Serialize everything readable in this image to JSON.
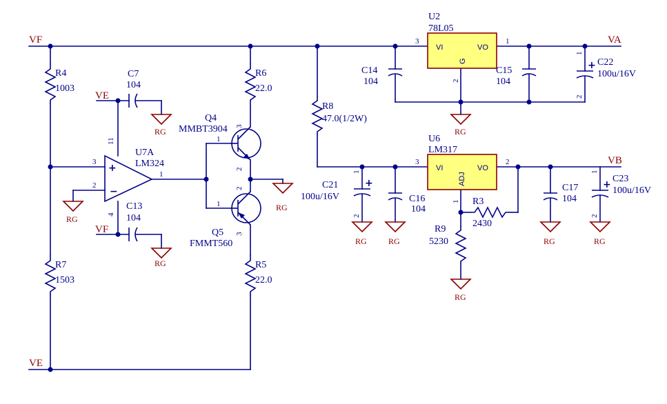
{
  "nets": {
    "vf": "VF",
    "ve": "VE",
    "va": "VA",
    "vb": "VB",
    "rg": "RG"
  },
  "parts": {
    "r4": {
      "ref": "R4",
      "value": "1003"
    },
    "r7": {
      "ref": "R7",
      "value": "1503"
    },
    "r6": {
      "ref": "R6",
      "value": "22.0"
    },
    "r5": {
      "ref": "R5",
      "value": "22.0"
    },
    "r8": {
      "ref": "R8",
      "value": "47.0(1/2W)"
    },
    "r3": {
      "ref": "R3",
      "value": "2430"
    },
    "r9": {
      "ref": "R9",
      "value": "5230"
    },
    "c7": {
      "ref": "C7",
      "value": "104"
    },
    "c13": {
      "ref": "C13",
      "value": "104"
    },
    "c14": {
      "ref": "C14",
      "value": "104"
    },
    "c15": {
      "ref": "C15",
      "value": "104"
    },
    "c16": {
      "ref": "C16",
      "value": "104"
    },
    "c17": {
      "ref": "C17",
      "value": "104"
    },
    "c21": {
      "ref": "C21",
      "value": "100u/16V"
    },
    "c22": {
      "ref": "C22",
      "value": "100u/16V"
    },
    "c23": {
      "ref": "C23",
      "value": "100u/16V"
    },
    "u7a": {
      "ref": "U7A",
      "value": "LM324"
    },
    "q4": {
      "ref": "Q4",
      "value": "MMBT3904"
    },
    "q5": {
      "ref": "Q5",
      "value": "FMMT560"
    },
    "u2": {
      "ref": "U2",
      "value": "78L05",
      "pin_vi": "VI",
      "pin_vo": "VO",
      "pin_g": "G"
    },
    "u6": {
      "ref": "U6",
      "value": "LM317",
      "pin_vi": "VI",
      "pin_vo": "VO",
      "pin_adj": "ADJ"
    }
  },
  "pin_numbers": {
    "one": "1",
    "two": "2",
    "three": "3",
    "four": "4",
    "eleven": "11"
  }
}
